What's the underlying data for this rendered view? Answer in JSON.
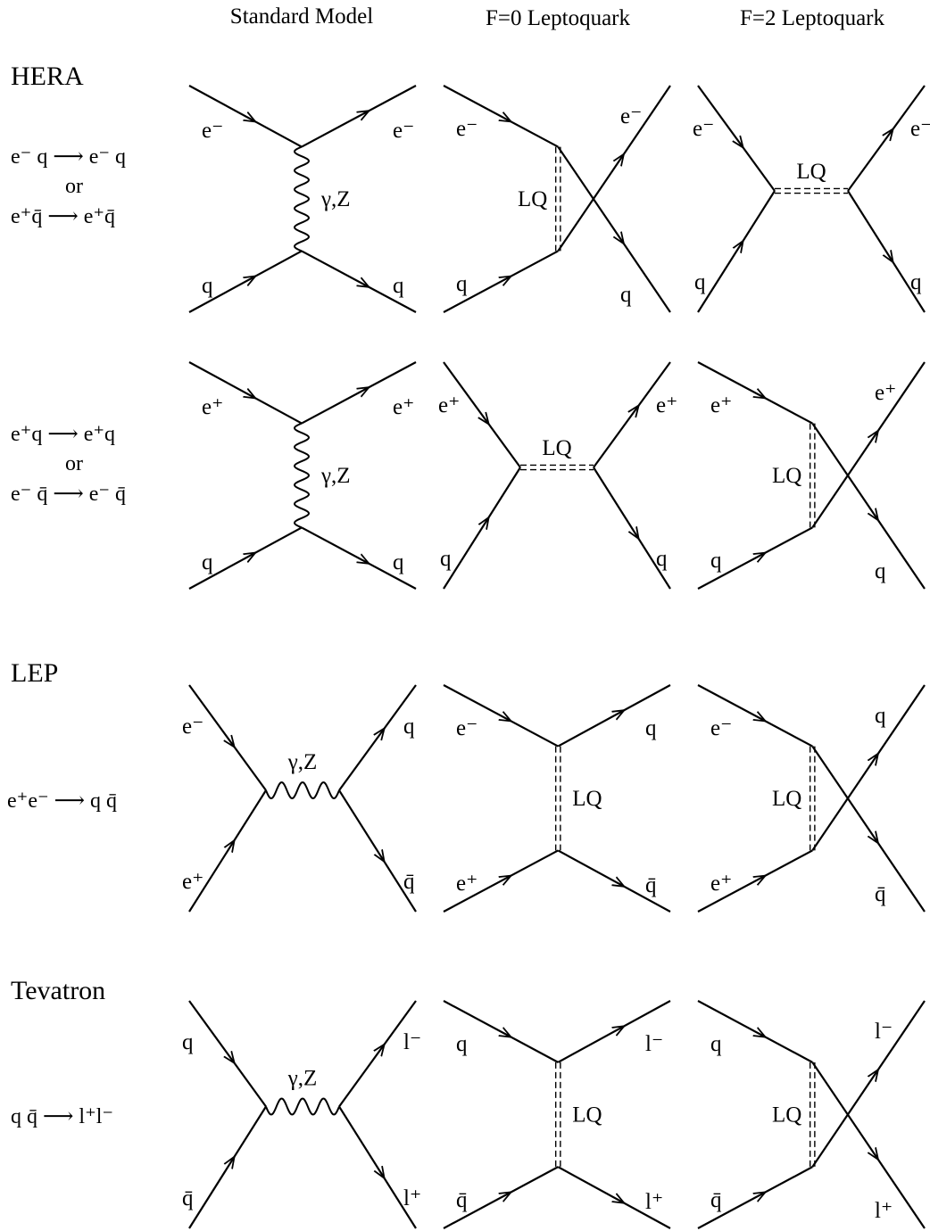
{
  "headers": {
    "standard_model": "Standard Model",
    "f0": "F=0 Leptoquark",
    "f2": "F=2 Leptoquark"
  },
  "sections": {
    "hera": "HERA",
    "lep": "LEP",
    "tevatron": "Tevatron"
  },
  "reactions": {
    "r1": {
      "top": "e⁻ q ⟶ e⁻ q",
      "or": "or",
      "bottom": "e⁺q̄ ⟶ e⁺q̄"
    },
    "r2": {
      "top": "e⁺q ⟶ e⁺q",
      "or": "or",
      "bottom": "e⁻ q̄ ⟶ e⁻ q̄"
    },
    "r3": "e⁺e⁻ ⟶ q q̄",
    "r4": "q q̄ ⟶ l⁺l⁻"
  },
  "boson_label": "γ,Z",
  "lq_label": "LQ",
  "diagram_labels": {
    "r1": {
      "sm": {
        "tl": "e⁻",
        "tr": "e⁻",
        "bl": "q",
        "br": "q"
      },
      "f0": {
        "tl": "e⁻",
        "tr": "e⁻",
        "bl": "q",
        "br": "q"
      },
      "f2": {
        "tl": "e⁻",
        "tr": "e⁻",
        "bl": "q",
        "br": "q"
      }
    },
    "r2": {
      "sm": {
        "tl": "e⁺",
        "tr": "e⁺",
        "bl": "q",
        "br": "q"
      },
      "f0": {
        "tl": "e⁺",
        "tr": "e⁺",
        "bl": "q",
        "br": "q"
      },
      "f2": {
        "tl": "e⁺",
        "tr": "e⁺",
        "bl": "q",
        "br": "q"
      }
    },
    "r3": {
      "sm": {
        "tl": "e⁻",
        "tr": "q",
        "bl": "e⁺",
        "br": "q̄"
      },
      "f0": {
        "tl": "e⁻",
        "tr": "q",
        "bl": "e⁺",
        "br": "q̄"
      },
      "f2": {
        "tl": "e⁻",
        "tr": "q",
        "bl": "e⁺",
        "br": "q̄"
      }
    },
    "r4": {
      "sm": {
        "tl": "q",
        "tr": "l⁻",
        "bl": "q̄",
        "br": "l⁺"
      },
      "f0": {
        "tl": "q",
        "tr": "l⁻",
        "bl": "q̄",
        "br": "l⁺"
      },
      "f2": {
        "tl": "q",
        "tr": "l⁻",
        "bl": "q̄",
        "br": "l⁺"
      }
    }
  }
}
